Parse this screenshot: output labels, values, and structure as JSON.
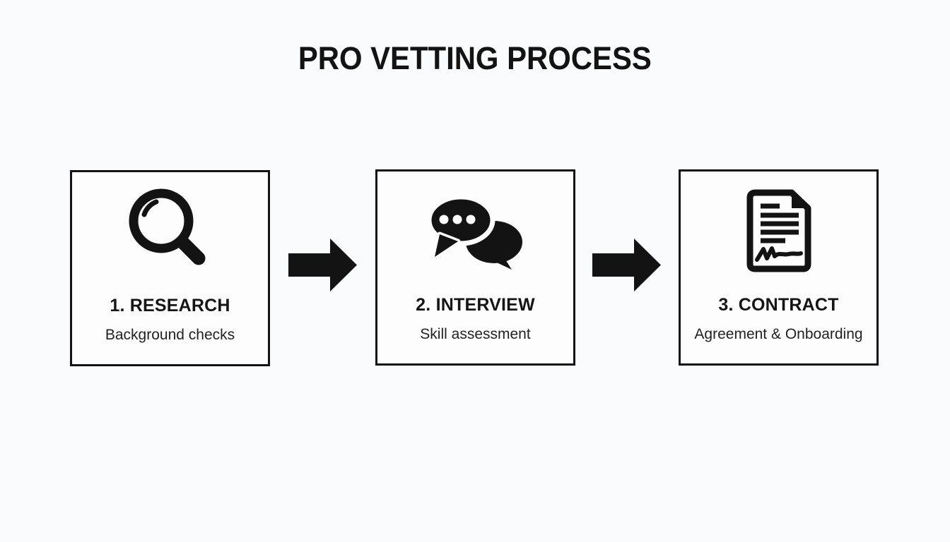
{
  "title": "PRO VETTING PROCESS",
  "colors": {
    "background": "#fafbfc",
    "box_background": "#fdfdfd",
    "ink": "#131313"
  },
  "steps": [
    {
      "heading": "1. RESEARCH",
      "subtitle": "Background checks",
      "icon": "magnifier-search-icon"
    },
    {
      "heading": "2. INTERVIEW",
      "subtitle": "Skill assessment",
      "icon": "chat-bubbles-icon"
    },
    {
      "heading": "3. CONTRACT",
      "subtitle": "Agreement & Onboarding",
      "icon": "signed-document-icon"
    }
  ],
  "connectors": [
    {
      "icon": "arrow-right-icon"
    },
    {
      "icon": "arrow-right-icon"
    }
  ]
}
